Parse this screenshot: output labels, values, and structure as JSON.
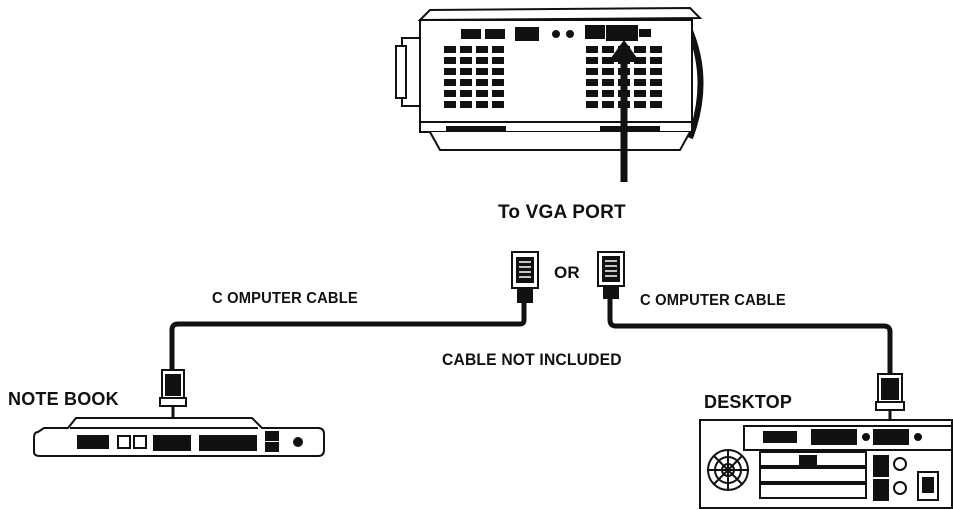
{
  "labels": {
    "to_vga_port": "To VGA PORT",
    "or": "OR",
    "computer_cable_left": "C OMPUTER CABLE",
    "computer_cable_right": "C OMPUTER CABLE",
    "cable_not_included": "CABLE NOT INCLUDED",
    "notebook": "NOTE BOOK",
    "desktop": "DESKTOP"
  },
  "colors": {
    "line": "#111111",
    "background": "#ffffff"
  },
  "icons": {
    "projector": "projector-rear-icon",
    "laptop": "laptop-rear-icon",
    "desktop": "desktop-rear-icon",
    "connector": "vga-connector-icon"
  }
}
